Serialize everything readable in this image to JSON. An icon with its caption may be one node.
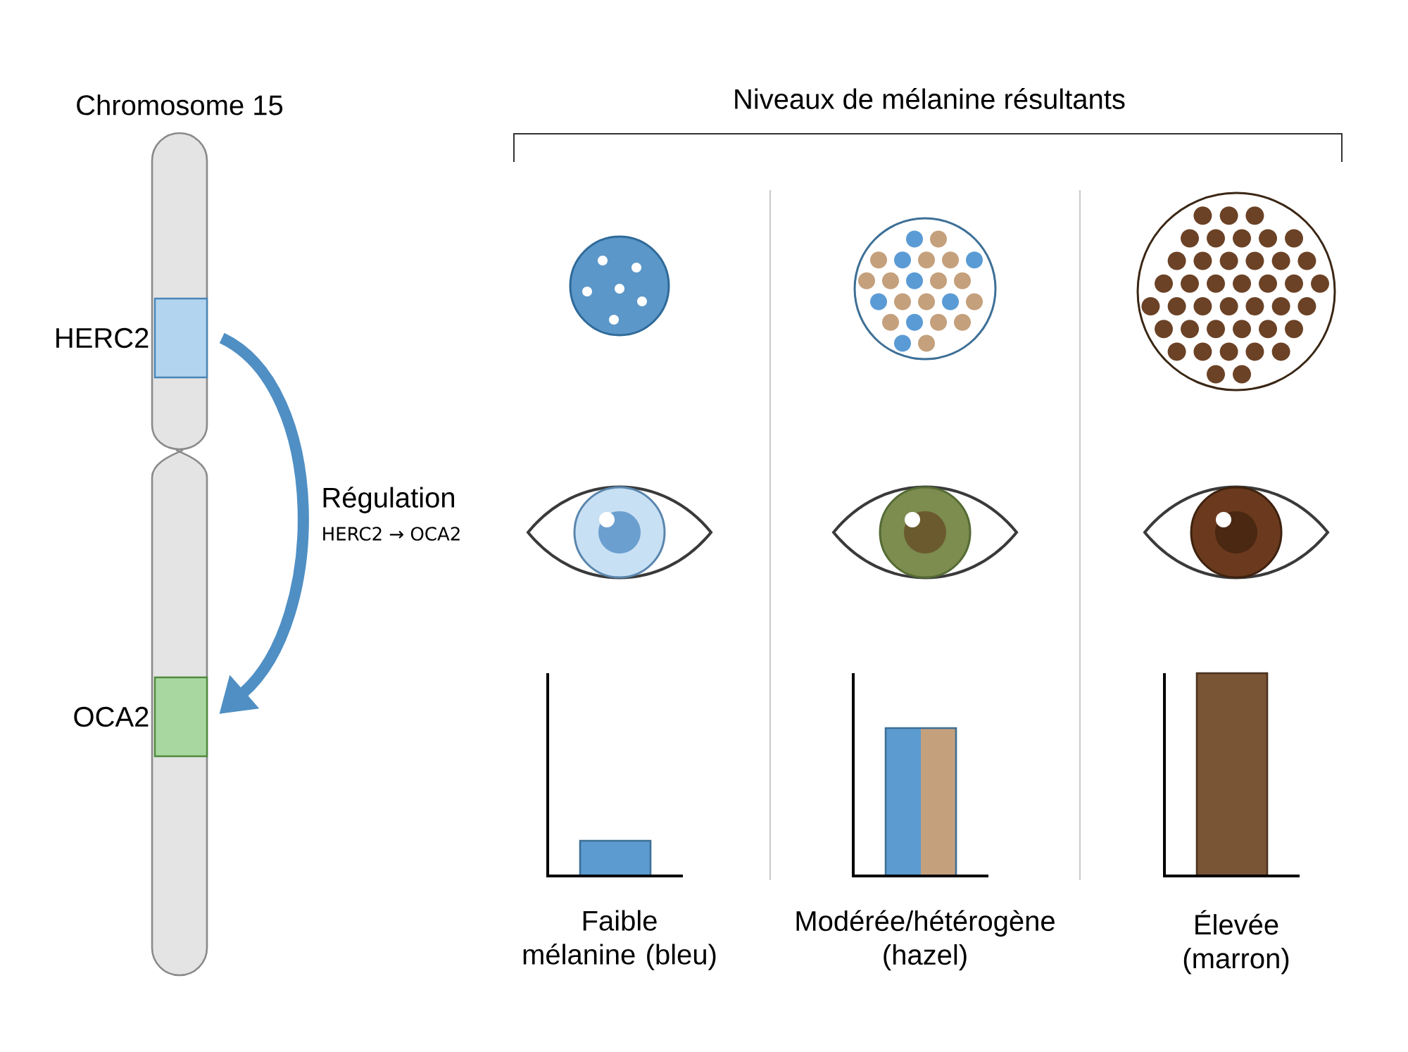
{
  "diagram": {
    "title": "Niveaux de mélanine résultants",
    "nodes": [
      {
        "text": [
          "Chromosome 15"
        ]
      },
      {
        "text": [
          "HERC2"
        ],
        "in": 0
      },
      {
        "text": [
          "OCA2"
        ],
        "in": 0
      }
    ],
    "edges": [
      {
        "from": 1,
        "to": 2,
        "arrow": "to",
        "label": "Régulation"
      }
    ],
    "labels": [
      "HERC2 → OCA2",
      "Faible mélanine (bleu)",
      "Modérée/hétérogène (hazel)",
      "Élevée (marron)"
    ]
  }
}
